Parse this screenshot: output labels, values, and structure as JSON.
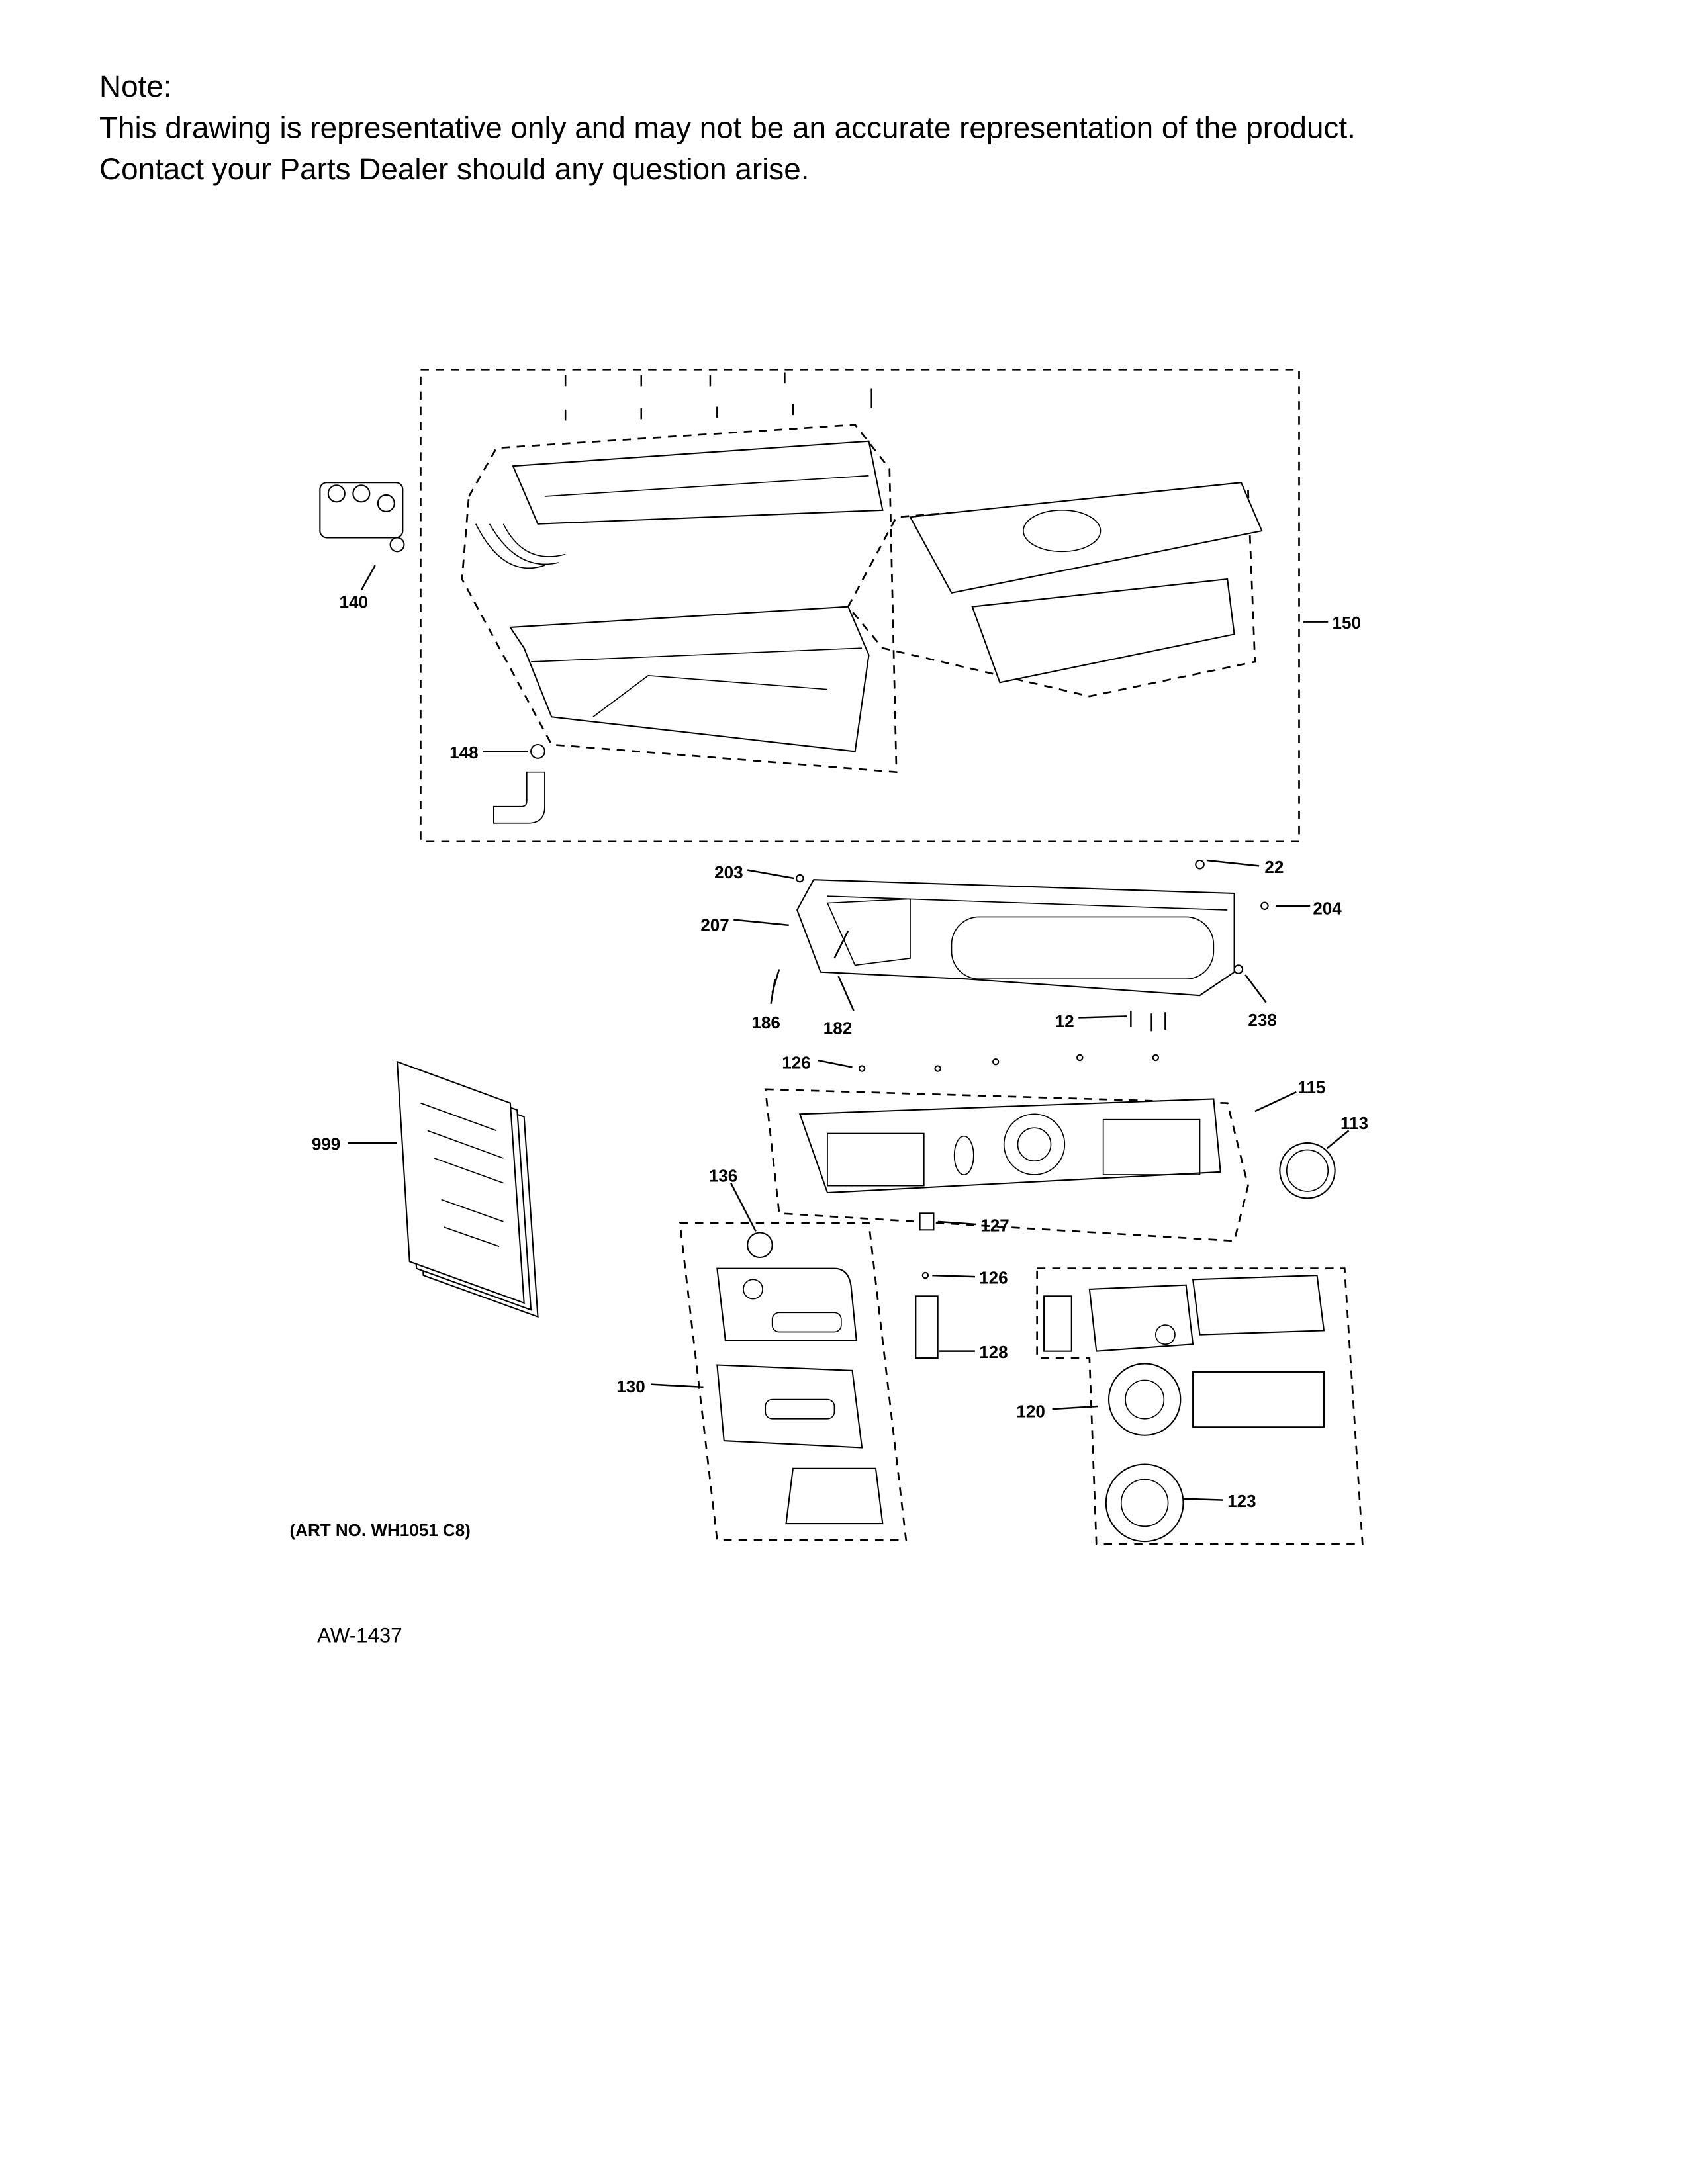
{
  "note": {
    "title": "Note:",
    "line1": "This drawing is representative only and may not be an accurate representation of the product.",
    "line2": "Contact your Parts Dealer should any question arise."
  },
  "callouts": {
    "c140": "140",
    "c150": "150",
    "c148": "148",
    "c203": "203",
    "c22": "22",
    "c207": "207",
    "c204": "204",
    "c186": "186",
    "c182": "182",
    "c12": "12",
    "c238": "238",
    "c126a": "126",
    "c115": "115",
    "c113": "113",
    "c999": "999",
    "c136": "136",
    "c127": "127",
    "c126b": "126",
    "c128": "128",
    "c130": "130",
    "c120": "120",
    "c123": "123"
  },
  "art_no": "(ART NO. WH1051 C8)",
  "drawing_id": "AW-1437"
}
